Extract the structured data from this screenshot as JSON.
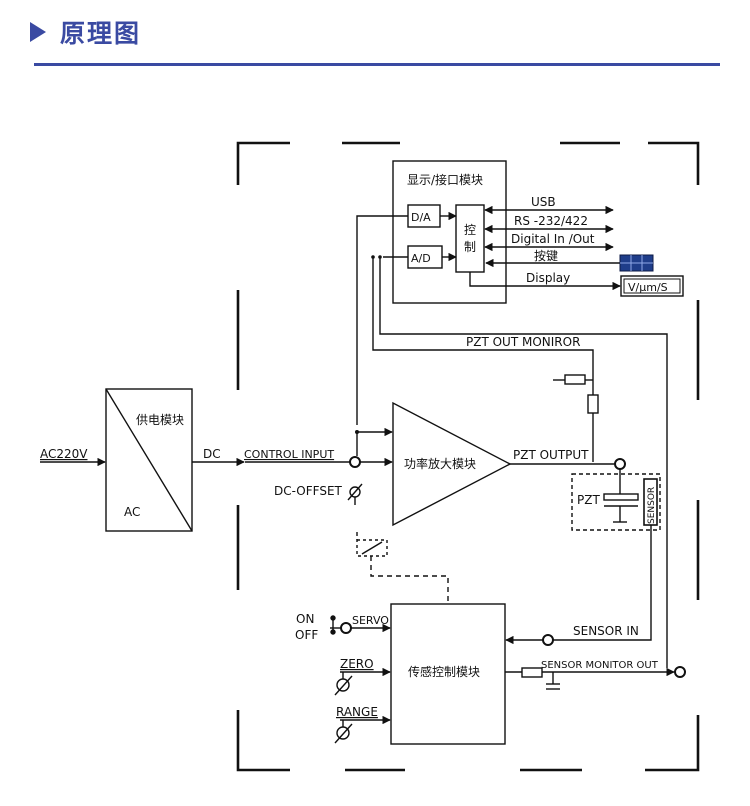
{
  "header": {
    "title": "原理图"
  },
  "blocks": {
    "display_interface": "显示/接口模块",
    "da": "D/A",
    "ad": "A/D",
    "control": [
      "控",
      "制"
    ],
    "power_supply": "供电模块",
    "power_ac": "AC",
    "amplifier": "功率放大模块",
    "sensor_control": "传感控制模块"
  },
  "signals": {
    "usb": "USB",
    "rs232": "RS -232/422",
    "digital_io": "Digital In /Out",
    "keys": "按键",
    "display": "Display",
    "display_readout": "V/µm/S",
    "pzt_out_monitor": "PZT OUT MONIROR",
    "ac220v": "AC220V",
    "dc": "DC",
    "control_input": "CONTROL INPUT",
    "dc_offset": "DC-OFFSET",
    "pzt_output": "PZT OUTPUT",
    "pzt": "PZT",
    "sensor": "SENSOR",
    "sensor_in": "SENSOR IN",
    "sensor_monitor_out": "SENSOR MONITOR OUT",
    "on": "ON",
    "off": "OFF",
    "servo": "SERVO",
    "zero": "ZERO",
    "range": "RANGE"
  },
  "colors": {
    "accent": "#3a4aa2",
    "line": "#111111",
    "key_icon": "#1f3d8a"
  }
}
